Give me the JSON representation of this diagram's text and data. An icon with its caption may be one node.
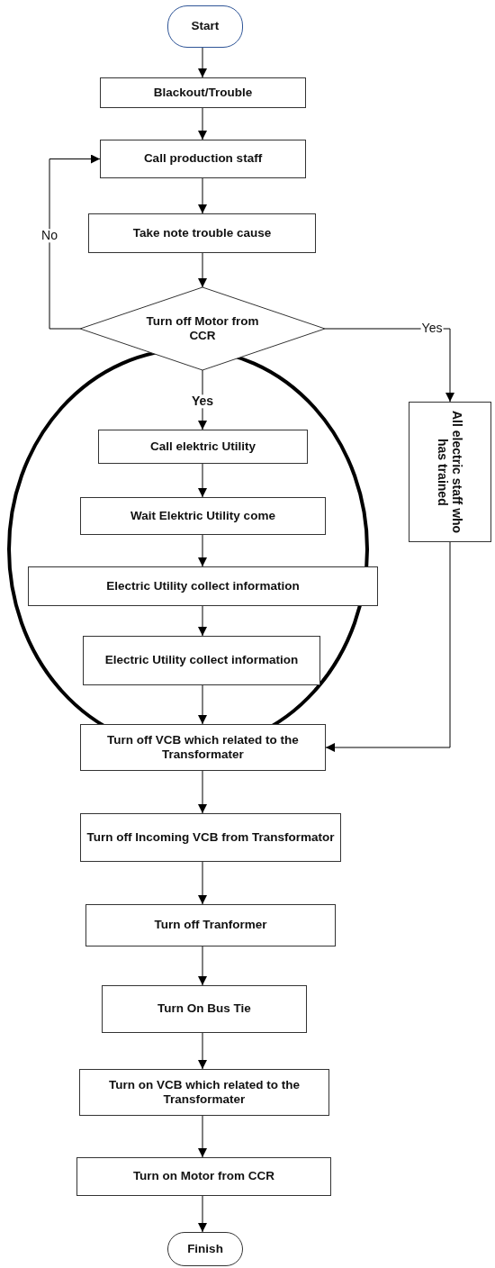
{
  "diagram": {
    "nodes": [
      {
        "text": [
          "Start"
        ]
      },
      {
        "text": [
          "Blackout/Trouble"
        ]
      },
      {
        "text": [
          "Call production staff"
        ]
      },
      {
        "text": [
          "Take note trouble cause"
        ]
      },
      {
        "text": [
          "Turn off Motor from CCR"
        ]
      },
      {
        "text": [
          "Call elektric Utility"
        ]
      },
      {
        "text": [
          "Wait Elektric Utility come"
        ]
      },
      {
        "text": [
          "Electric Utility collect information"
        ]
      },
      {
        "text": [
          "Electric Utility collect information"
        ]
      },
      {
        "text": [
          "Turn off VCB which related to the Transformater"
        ]
      },
      {
        "text": [
          "Turn off Incoming VCB from Transformator"
        ]
      },
      {
        "text": [
          "Turn off Tranformer"
        ]
      },
      {
        "text": [
          "Turn On Bus Tie"
        ]
      },
      {
        "text": [
          "Turn on VCB which related to the Transformater"
        ]
      },
      {
        "text": [
          "Turn on Motor from CCR"
        ]
      },
      {
        "text": [
          "Finish"
        ]
      },
      {
        "text": [
          "All electric staff who has trained"
        ]
      }
    ],
    "edges": [
      {
        "from": 0,
        "to": 1,
        "arrow": "to"
      },
      {
        "from": 1,
        "to": 2,
        "arrow": "to"
      },
      {
        "from": 2,
        "to": 3,
        "arrow": "to"
      },
      {
        "from": 3,
        "to": 4,
        "arrow": "to"
      },
      {
        "from": 4,
        "to": 2,
        "arrow": "to",
        "label": "No"
      },
      {
        "from": 4,
        "to": 16,
        "arrow": "to",
        "label": "Yes"
      },
      {
        "from": 4,
        "to": 5,
        "arrow": "to",
        "label": "Yes"
      },
      {
        "from": 5,
        "to": 6,
        "arrow": "to"
      },
      {
        "from": 6,
        "to": 7,
        "arrow": "to"
      },
      {
        "from": 7,
        "to": 8,
        "arrow": "to"
      },
      {
        "from": 8,
        "to": 9,
        "arrow": "to"
      },
      {
        "from": 16,
        "to": 9,
        "arrow": "to"
      },
      {
        "from": 9,
        "to": 10,
        "arrow": "to"
      },
      {
        "from": 10,
        "to": 11,
        "arrow": "to"
      },
      {
        "from": 11,
        "to": 12,
        "arrow": "to"
      },
      {
        "from": 12,
        "to": 13,
        "arrow": "to"
      },
      {
        "from": 13,
        "to": 14,
        "arrow": "to"
      },
      {
        "from": 14,
        "to": 15,
        "arrow": "to"
      }
    ]
  }
}
